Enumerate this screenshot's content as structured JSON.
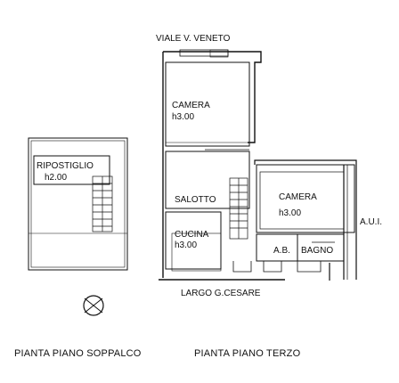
{
  "street_top": "VIALE V. VENETO",
  "street_bottom": "LARGO G.CESARE",
  "adjacent_label": "A.U.I.",
  "rooms": {
    "camera_top": {
      "name": "CAMERA",
      "height": "h3.00"
    },
    "ripostiglio": {
      "name": "RIPOSTIGLIO",
      "height": "h2.00"
    },
    "salotto": {
      "name": "SALOTTO"
    },
    "camera_right": {
      "name": "CAMERA",
      "height": "h3.00"
    },
    "cucina": {
      "name": "CUCINA",
      "height": "h3.00"
    },
    "ab": {
      "name": "A.B."
    },
    "bagno": {
      "name": "BAGNO"
    }
  },
  "captions": {
    "left": "PIANTA PIANO SOPPALCO",
    "right": "PIANTA PIANO TERZO"
  }
}
